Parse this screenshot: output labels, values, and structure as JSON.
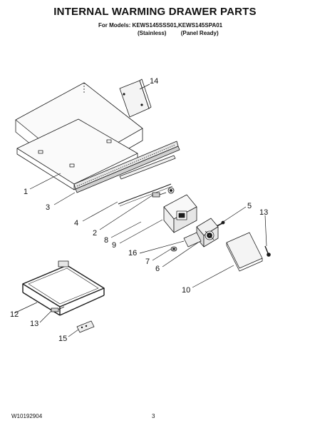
{
  "header": {
    "title": "INTERNAL WARMING DRAWER PARTS",
    "models_line": "For Models: KEWS145SSS01,KEWS145SPA01",
    "variant_1": "(Stainless)",
    "variant_2": "(Panel Ready)"
  },
  "callouts": {
    "c14": "14",
    "c1": "1",
    "c3": "3",
    "c4": "4",
    "c2": "2",
    "c8": "8",
    "c9": "9",
    "c5": "5",
    "c13a": "13",
    "c16": "16",
    "c7": "7",
    "c6": "6",
    "c10": "10",
    "c12": "12",
    "c13b": "13",
    "c15": "15"
  },
  "footer": {
    "doc_number": "W10192904",
    "page_number": "3"
  },
  "colors": {
    "line": "#1a1a1a",
    "shade": "#d9d9d9"
  }
}
